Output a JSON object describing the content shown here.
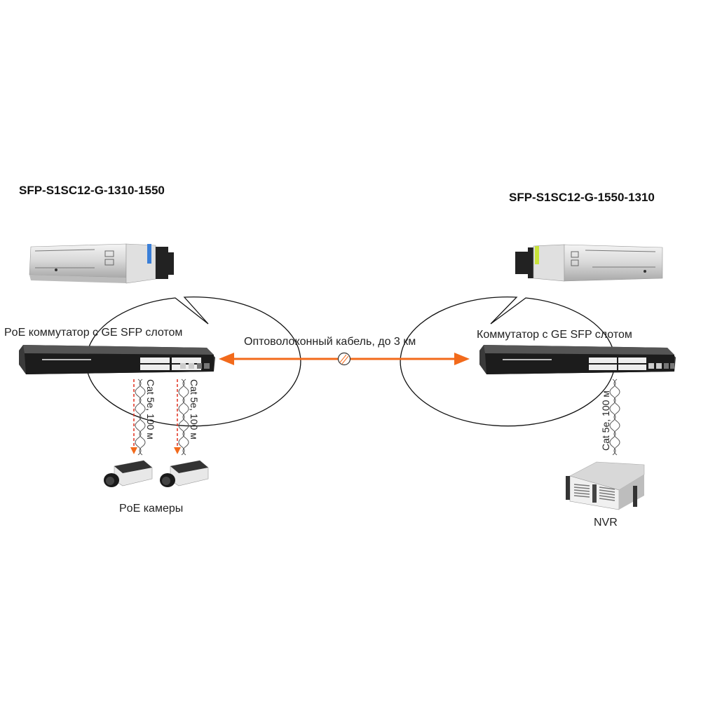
{
  "left": {
    "model_title": "SFP-S1SC12-G-1310-1550",
    "switch_label": "PoE коммутатор с GE SFP слотом",
    "latch_color": "#3a7fd8",
    "cable_labels": [
      "Cat 5e, 100 м",
      "Cat 5e, 100 м"
    ],
    "endpoint_label": "PoE камеры"
  },
  "right": {
    "model_title": "SFP-S1SC12-G-1550-1310",
    "switch_label": "Коммутатор с GE SFP слотом",
    "latch_color": "#c8e23a",
    "cable_label": "Cat 5e, 100 м",
    "endpoint_label": "NVR"
  },
  "link": {
    "label": "Оптоволоконный кабель, до  3 км",
    "color": "#f26a1b"
  }
}
